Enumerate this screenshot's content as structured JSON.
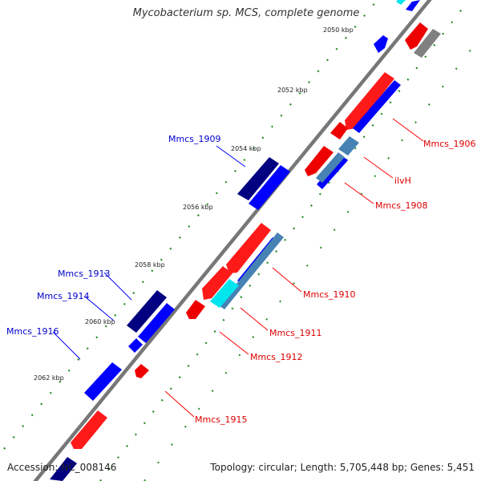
{
  "title": "Mycobacterium sp. MCS, complete genome",
  "footer": {
    "accession": "Accession: NC_008146",
    "summary": "Topology: circular; Length: 5,705,448 bp; Genes: 5,451"
  },
  "colors": {
    "forward_gene": "#ff0000",
    "reverse_gene": "#0000ff",
    "dark_gene": "#000080",
    "steel_gene": "#4682b4",
    "cyan_gene": "#00e5ee",
    "gray_gene": "#808080",
    "backbone": "#777777",
    "ticks": "#228b22"
  },
  "scale_labels": [
    "2050 kbp",
    "2052 kbp",
    "2054 kbp",
    "2056 kbp",
    "2058 kbp",
    "2060 kbp",
    "2062 kbp"
  ],
  "gene_labels": [
    {
      "id": "Mmcs_1906",
      "text": "Mmcs_1906",
      "strand": "forward"
    },
    {
      "id": "ilvH",
      "text": "ilvH",
      "strand": "forward"
    },
    {
      "id": "Mmcs_1908",
      "text": "Mmcs_1908",
      "strand": "forward"
    },
    {
      "id": "Mmcs_1909",
      "text": "Mmcs_1909",
      "strand": "reverse"
    },
    {
      "id": "Mmcs_1910",
      "text": "Mmcs_1910",
      "strand": "forward"
    },
    {
      "id": "Mmcs_1911",
      "text": "Mmcs_1911",
      "strand": "forward"
    },
    {
      "id": "Mmcs_1912",
      "text": "Mmcs_1912",
      "strand": "forward"
    },
    {
      "id": "Mmcs_1913",
      "text": "Mmcs_1913",
      "strand": "reverse"
    },
    {
      "id": "Mmcs_1914",
      "text": "Mmcs_1914",
      "strand": "reverse"
    },
    {
      "id": "Mmcs_1916",
      "text": "Mmcs_1916",
      "strand": "reverse"
    },
    {
      "id": "Mmcs_1915",
      "text": "Mmcs_1915",
      "strand": "forward"
    }
  ]
}
